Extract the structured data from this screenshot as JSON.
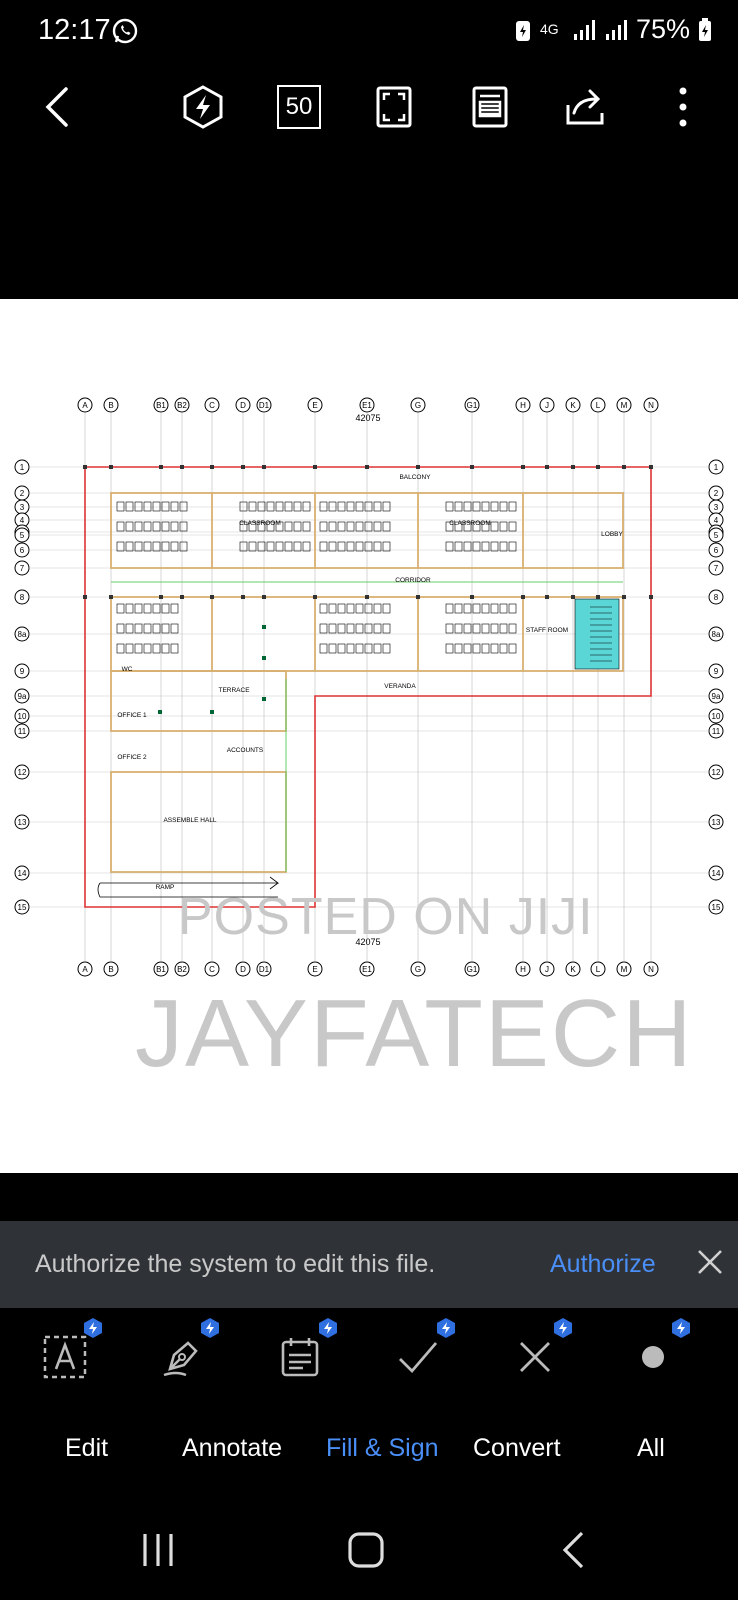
{
  "status_bar": {
    "time": "12:17",
    "network": "4G",
    "battery": "75%",
    "icons": [
      "whatsapp-icon",
      "battery-saver-icon",
      "signal-icon",
      "signal-icon",
      "battery-icon"
    ]
  },
  "toolbar": {
    "page_count": "50",
    "icons": [
      "back-icon",
      "ai-icon",
      "page-count-icon",
      "fullscreen-icon",
      "reader-mode-icon",
      "share-icon",
      "more-icon"
    ]
  },
  "document": {
    "watermark_small": "POSTED ON JIJI",
    "watermark_large": "JAYFATECH",
    "drawing": {
      "grid_top": [
        "A",
        "B",
        "B1",
        "B2",
        "C",
        "D",
        "D1",
        "E",
        "E1",
        "G",
        "G1",
        "H",
        "J",
        "K",
        "L",
        "M",
        "N"
      ],
      "grid_side": [
        "1",
        "2",
        "3",
        "4",
        "4a",
        "5",
        "6",
        "7",
        "8",
        "8a",
        "9",
        "9a",
        "10",
        "11",
        "12",
        "13",
        "14",
        "15"
      ],
      "total_width": "42075",
      "rooms": [
        "BALCONY",
        "CLASSROOM",
        "CLASSROOM",
        "CORRIDOR",
        "TERRACE",
        "VERANDA",
        "ACCOUNTS",
        "OFFICE 1",
        "OFFICE 2",
        "ASSEMBLE HALL",
        "STAFF ROOM",
        "LOBBY",
        "WC",
        "RAMP"
      ]
    }
  },
  "auth_bar": {
    "message": "Authorize the system to edit this file.",
    "action": "Authorize"
  },
  "tools": [
    {
      "name": "edit-text-icon"
    },
    {
      "name": "annotate-pen-icon"
    },
    {
      "name": "fill-form-icon"
    },
    {
      "name": "checkmark-icon"
    },
    {
      "name": "cross-icon"
    },
    {
      "name": "dot-icon"
    }
  ],
  "tabs": [
    {
      "label": "Edit",
      "active": false
    },
    {
      "label": "Annotate",
      "active": false
    },
    {
      "label": "Fill & Sign",
      "active": true
    },
    {
      "label": "Convert",
      "active": false
    },
    {
      "label": "All",
      "active": false
    }
  ],
  "colors": {
    "accent": "#4a8ef7",
    "badge": "#2f6fe0",
    "auth_bar_bg": "#2f3236"
  }
}
